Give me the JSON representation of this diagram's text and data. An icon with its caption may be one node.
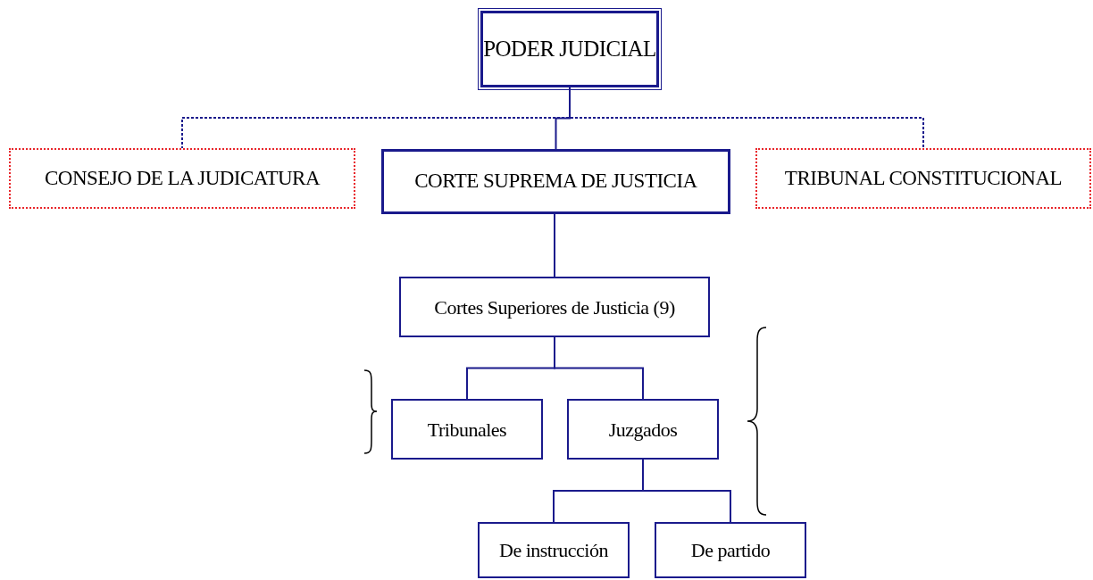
{
  "diagram": {
    "nodes": [
      {
        "text": [
          "PODER JUDICIAL"
        ]
      },
      {
        "text": [
          "CONSEJO DE LA JUDICATURA"
        ]
      },
      {
        "text": [
          "CORTE SUPREMA DE JUSTICIA"
        ]
      },
      {
        "text": [
          "TRIBUNAL CONSTITUCIONAL"
        ]
      },
      {
        "text": [
          "Cortes Superiores de Justicia (9)"
        ]
      },
      {
        "text": [
          "Tribunales"
        ]
      },
      {
        "text": [
          "Juzgados"
        ]
      },
      {
        "text": [
          "De instrucción"
        ]
      },
      {
        "text": [
          "De partido"
        ]
      }
    ],
    "edges": [
      {
        "from": 0,
        "to": 1,
        "arrow": "none",
        "style": "dashed"
      },
      {
        "from": 0,
        "to": 2,
        "arrow": "none"
      },
      {
        "from": 0,
        "to": 3,
        "arrow": "none",
        "style": "dashed"
      },
      {
        "from": 2,
        "to": 4,
        "arrow": "none"
      },
      {
        "from": 4,
        "to": 5,
        "arrow": "none"
      },
      {
        "from": 4,
        "to": 6,
        "arrow": "none"
      },
      {
        "from": 6,
        "to": 7,
        "arrow": "none"
      },
      {
        "from": 6,
        "to": 8,
        "arrow": "none"
      }
    ]
  }
}
